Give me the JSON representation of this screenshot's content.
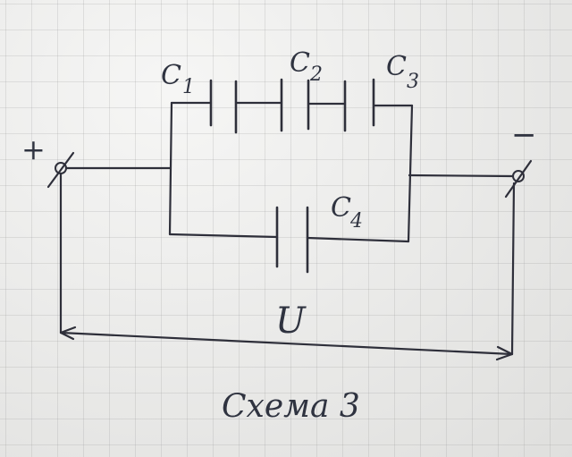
{
  "diagram": {
    "capacitors": [
      {
        "id": "c1",
        "letter": "C",
        "sub": "1"
      },
      {
        "id": "c2",
        "letter": "C",
        "sub": "2"
      },
      {
        "id": "c3",
        "letter": "C",
        "sub": "3"
      },
      {
        "id": "c4",
        "letter": "C",
        "sub": "4"
      }
    ],
    "plus_sign": "+",
    "minus_sign": "−",
    "voltage_label": "U",
    "caption": "Схема 3"
  },
  "colors": {
    "ink": "#2e2f3a",
    "paper": "#ededeb",
    "grid": "#bcbcbc"
  }
}
